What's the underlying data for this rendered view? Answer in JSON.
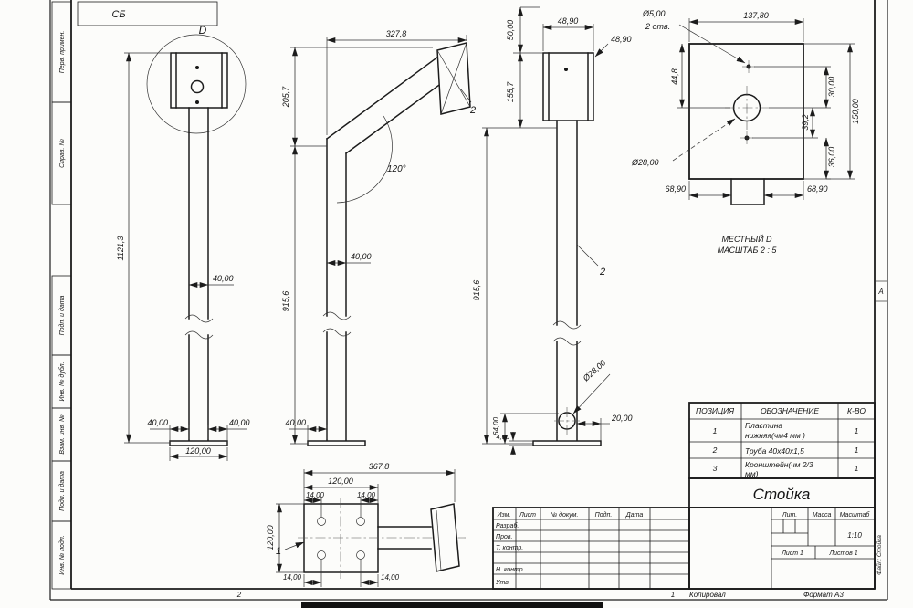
{
  "doc": {
    "code": "СБ",
    "zone": "А",
    "file_label": "Файл: Стойка",
    "page_no": "2",
    "copy_no": "1",
    "copied_label": "Копировал",
    "format_label": "Формат А3"
  },
  "stamps": {
    "s1": "Перв. примен.",
    "s2": "Справ. №",
    "s3": "Подп. и дата",
    "s4": "Инв. № дубл.",
    "s5": "Взам. инв. №",
    "s6": "Подп. и дата",
    "s7": "Инв. № подл."
  },
  "views": {
    "detail_ref": "D",
    "callout_1": "1",
    "callout_2": "2",
    "local_view_title": "МЕСТНЫЙ D",
    "local_view_scale": "МАСШТАБ 2 : 5"
  },
  "dims": {
    "front": {
      "height": "1121,3",
      "width_mid": "40,00",
      "base_left": "40,00",
      "base_right": "40,00",
      "base_width": "120,00"
    },
    "arm": {
      "reach": "327,8",
      "upper": "205,7",
      "angle": "120°",
      "height": "915,6",
      "width_mid": "40,00",
      "base_left": "40,00"
    },
    "side": {
      "top": "50,00",
      "width_a": "48,90",
      "width_b": "48,90",
      "upper": "155,7",
      "height": "915,6",
      "hole_dia": "Ø28,00",
      "hole_up": "64,00",
      "plate_thk": "4,00",
      "hole_off": "20,00"
    },
    "plate": {
      "width": "137,80",
      "hole_dia": "Ø5,00",
      "hole_qty": "2 отв.",
      "top_off": "44,8",
      "mid_a": "30,00",
      "height": "150,00",
      "mid_b": "39,2",
      "bot_off": "36,00",
      "center_dia": "Ø28,00",
      "tab_left": "68,90",
      "tab_right": "68,90"
    },
    "bracket": {
      "length": "367,8",
      "plate_w": "120,00",
      "hole_a": "14,00",
      "hole_b": "14,00",
      "plate_h": "120,00",
      "hole_c": "14,00",
      "hole_d": "14,00"
    }
  },
  "parts_table": {
    "headers": {
      "pos": "ПОЗИЦИЯ",
      "name": "ОБОЗНАЧЕНИЕ",
      "qty": "К-ВО"
    },
    "rows": [
      {
        "pos": "1",
        "name1": "Пластина",
        "name2": "нижняя(чм4 мм )",
        "qty": "1"
      },
      {
        "pos": "2",
        "name1": "Труба 40x40x1,5",
        "name2": "",
        "qty": "1"
      },
      {
        "pos": "3",
        "name1": "Кронштейн(чм 2/3",
        "name2": "мм)",
        "qty": "1"
      }
    ]
  },
  "title_block": {
    "title": "Стойка",
    "col_izm": "Изм.",
    "col_list": "Лист",
    "col_doc": "№ докум.",
    "col_podp": "Подп.",
    "col_data": "Дата",
    "row_razrab": "Разраб.",
    "row_prov": "Пров.",
    "row_tkontr": "Т. контр.",
    "row_nkontr": "Н. контр.",
    "row_utv": "Утв.",
    "lit": "Лит.",
    "massa": "Масса",
    "masshtab": "Масштаб",
    "scale_value": "1:10",
    "sheet": "Лист 1",
    "sheets": "Листов 1"
  }
}
